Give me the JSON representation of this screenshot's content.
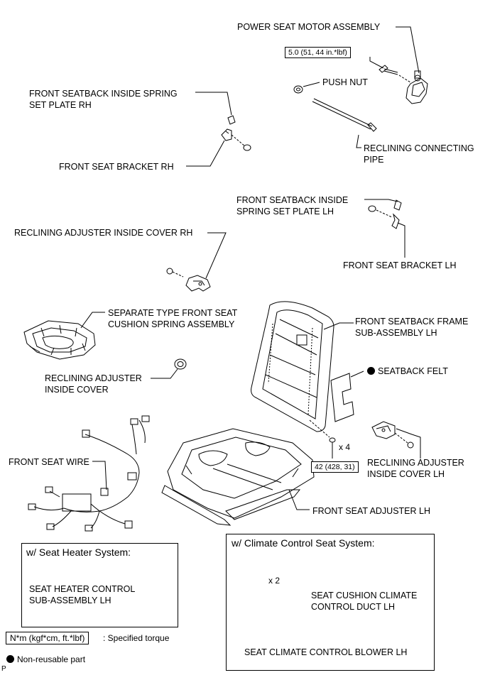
{
  "labels": {
    "power_seat_motor_assembly": "POWER SEAT MOTOR ASSEMBLY",
    "push_nut": "PUSH NUT",
    "reclining_connecting_pipe_1": "RECLINING CONNECTING",
    "reclining_connecting_pipe_2": "PIPE",
    "seatback_spring_set_plate_rh_1": "FRONT SEATBACK INSIDE SPRING",
    "seatback_spring_set_plate_rh_2": "SET PLATE RH",
    "front_seat_bracket_rh": "FRONT SEAT BRACKET RH",
    "seatback_spring_set_plate_lh_1": "FRONT SEATBACK INSIDE",
    "seatback_spring_set_plate_lh_2": "SPRING SET PLATE LH",
    "front_seat_bracket_lh": "FRONT SEAT BRACKET LH",
    "reclining_adjuster_inside_cover_rh": "RECLINING ADJUSTER INSIDE COVER RH",
    "cushion_spring_assembly_1": "SEPARATE TYPE FRONT SEAT",
    "cushion_spring_assembly_2": "CUSHION SPRING ASSEMBLY",
    "seatback_frame_1": "FRONT SEATBACK FRAME",
    "seatback_frame_2": "SUB-ASSEMBLY LH",
    "reclining_adjuster_inside_cover_1": "RECLINING ADJUSTER",
    "reclining_adjuster_inside_cover_2": "INSIDE COVER",
    "seatback_felt": "SEATBACK FELT",
    "reclining_adjuster_inside_cover_lh_1": "RECLINING ADJUSTER",
    "reclining_adjuster_inside_cover_lh_2": "INSIDE COVER LH",
    "front_seat_wire": "FRONT SEAT WIRE",
    "front_seat_adjuster_lh": "FRONT SEAT ADJUSTER LH",
    "seat_heater_control_1": "SEAT HEATER CONTROL",
    "seat_heater_control_2": "SUB-ASSEMBLY LH",
    "cushion_climate_duct_1": "SEAT CUSHION CLIMATE",
    "cushion_climate_duct_2": "CONTROL DUCT LH",
    "climate_blower": "SEAT CLIMATE CONTROL BLOWER LH"
  },
  "torques": {
    "motor_bolt": "5.0 (51, 44 in.*lbf)",
    "adjuster_bolt": "42 (428, 31)"
  },
  "quantities": {
    "adjuster_bolts": "x 4",
    "blower_screws": "x 2"
  },
  "boxes": {
    "seat_heater_title": "w/ Seat Heater System:",
    "climate_control_title": "w/ Climate Control Seat System:"
  },
  "legend": {
    "torque_unit": "N*m (kgf*cm, ft.*lbf)",
    "torque_desc": ": Specified torque",
    "non_reusable": "Non-reusable part"
  },
  "corner_mark": "P"
}
